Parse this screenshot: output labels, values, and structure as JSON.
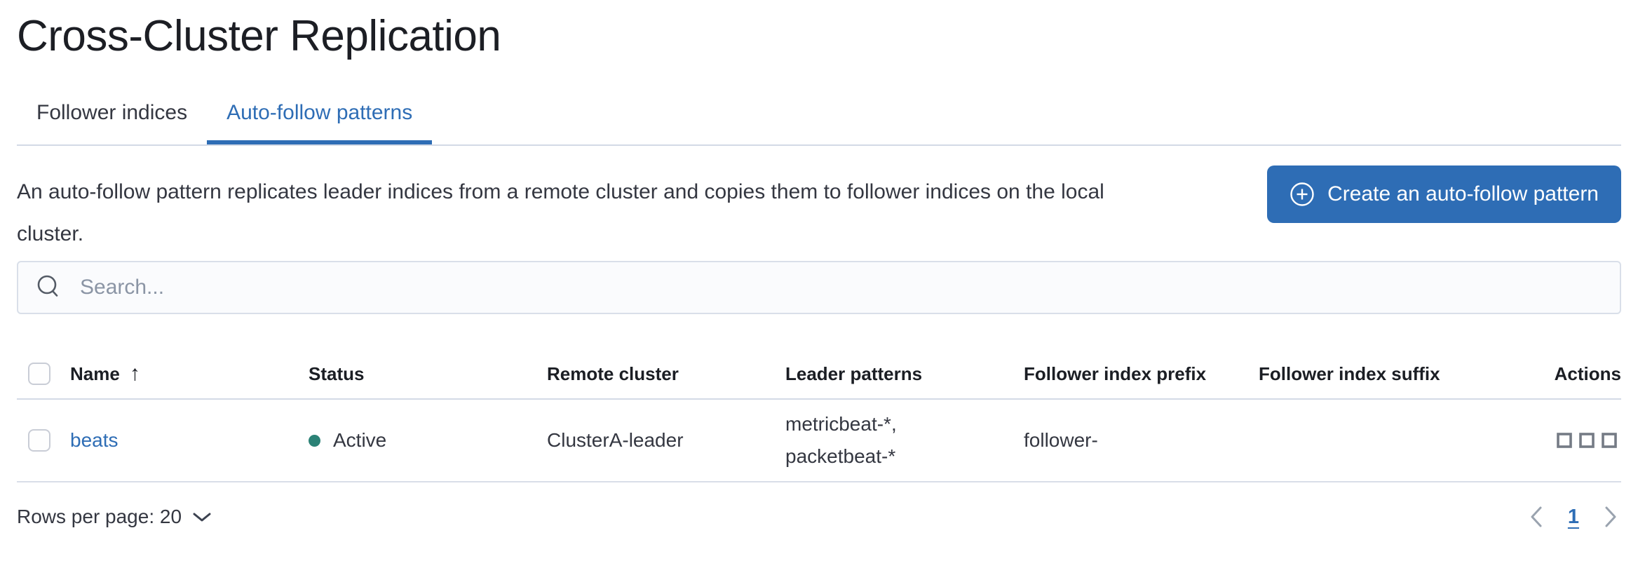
{
  "title": "Cross-Cluster Replication",
  "tabs": {
    "follower_indices": "Follower indices",
    "auto_follow_patterns": "Auto-follow patterns",
    "active_tab": "Auto-follow patterns"
  },
  "intro": "An auto-follow pattern replicates leader indices from a remote cluster and copies them to follower indices on the local cluster.",
  "create_button": {
    "label": "Create an auto-follow pattern",
    "icon": "plus-in-circle-icon"
  },
  "search": {
    "placeholder": "Search...",
    "value": "",
    "icon": "search-icon"
  },
  "table": {
    "headers": {
      "name": "Name",
      "status": "Status",
      "remote_cluster": "Remote cluster",
      "leader_patterns": "Leader patterns",
      "follower_index_prefix": "Follower index prefix",
      "follower_index_suffix": "Follower index suffix",
      "actions": "Actions"
    },
    "sort": {
      "column": "Name",
      "direction": "ascending",
      "icon": "sort-ascending-arrow-icon"
    },
    "rows": [
      {
        "name": "beats",
        "status": "Active",
        "remote_cluster": "ClusterA-leader",
        "leader_patterns": "metricbeat-*, packetbeat-*",
        "follower_index_prefix": "follower-",
        "follower_index_suffix": "",
        "actions_icon": "boxes-horizontal-icon"
      }
    ]
  },
  "footer": {
    "rows_per_page": "Rows per page: 20",
    "rows_per_page_icon": "chevron-down-icon",
    "pagination": {
      "prev_icon": "chevron-left-icon",
      "current_page": "1",
      "next_icon": "chevron-right-icon"
    }
  },
  "colors": {
    "accent_blue": "#2e6db5",
    "button_background": "#2e6db5",
    "active_tab_underline": "#2e6db5",
    "status_active_dot": "#2b8276",
    "title_text": "#1c1e24",
    "body_text": "#343741",
    "subdued_icon": "#69707d",
    "placeholder_text": "#8b95a5",
    "border": "#d3dae6",
    "disabled_chevron": "#9aa3af"
  }
}
